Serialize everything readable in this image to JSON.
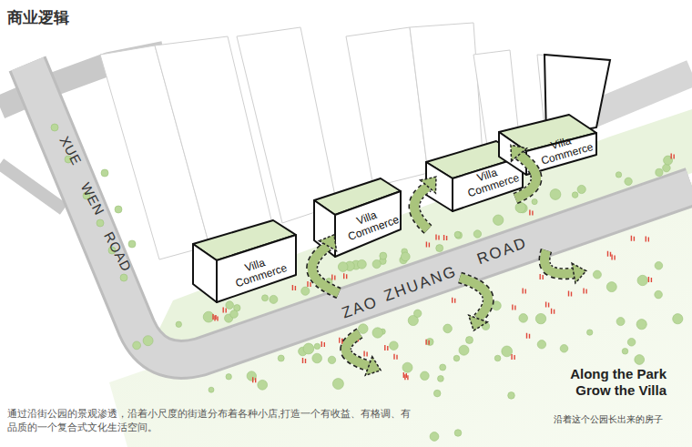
{
  "diagram": {
    "title": "商业逻辑",
    "caption": "通过沿街公园的景观渗透，沿着小尺度的街道分布着各种小店,打造一个有收益、有格调、有品质的一个复合式文化生活空间。",
    "nodes": [
      {
        "text": [
          "Villa Commerce"
        ]
      },
      {
        "text": [
          "Villa Commerce"
        ]
      },
      {
        "text": [
          "Villa Commerce"
        ]
      },
      {
        "text": [
          "Villa Commerce"
        ]
      }
    ],
    "labels": [
      "XUE",
      "WEN",
      "ROAD",
      "ZAO",
      "ZHUANG",
      "ROAD",
      "Along the Park Grow the Villa",
      "沿着这个公园长出来的房子"
    ]
  }
}
